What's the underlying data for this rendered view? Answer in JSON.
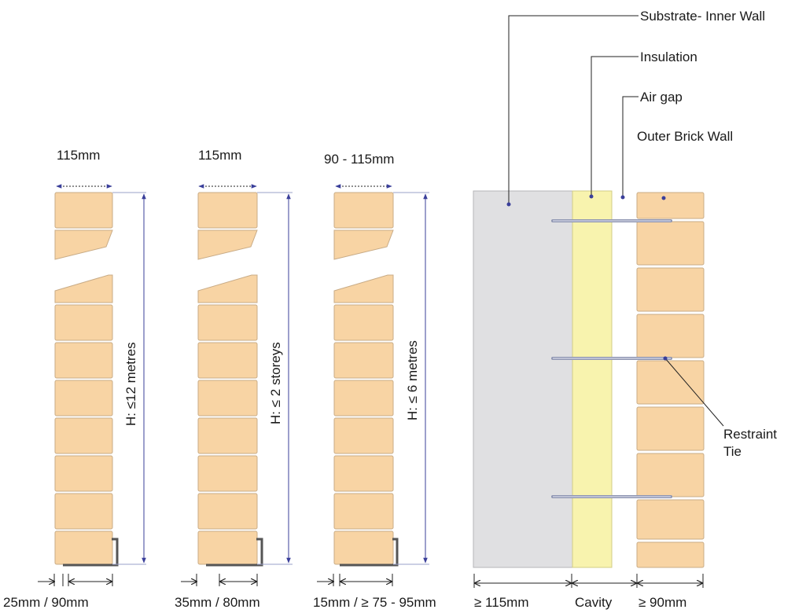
{
  "colors": {
    "brick_fill": "#f8d4a4",
    "brick_stroke": "#c8ab86",
    "substrate_fill": "#e0e0e2",
    "insulation_fill": "#f8f3ae",
    "dimension_line": "#3a3f9a",
    "leader_line": "#222222"
  },
  "walls": [
    {
      "width_label": "115mm",
      "height_label": "H: ≤12 metres",
      "bottom_label": "25mm /  90mm"
    },
    {
      "width_label": "115mm",
      "height_label": "H: ≤ 2 storeys",
      "bottom_label": "35mm / 80mm"
    },
    {
      "width_label": "90 - 115mm",
      "height_label": "H: ≤ 6 metres",
      "bottom_label": "15mm / ≥ 75 - 95mm"
    }
  ],
  "cavity_wall": {
    "callouts": {
      "substrate": "Substrate- Inner Wall",
      "insulation": "Insulation",
      "air_gap": "Air gap",
      "outer_brick": "Outer Brick Wall",
      "restraint_tie_line1": "Restraint",
      "restraint_tie_line2": "Tie"
    },
    "bottom_labels": {
      "substrate_width": "≥ 115mm",
      "cavity": "Cavity",
      "outer_width": "≥ 90mm"
    }
  }
}
